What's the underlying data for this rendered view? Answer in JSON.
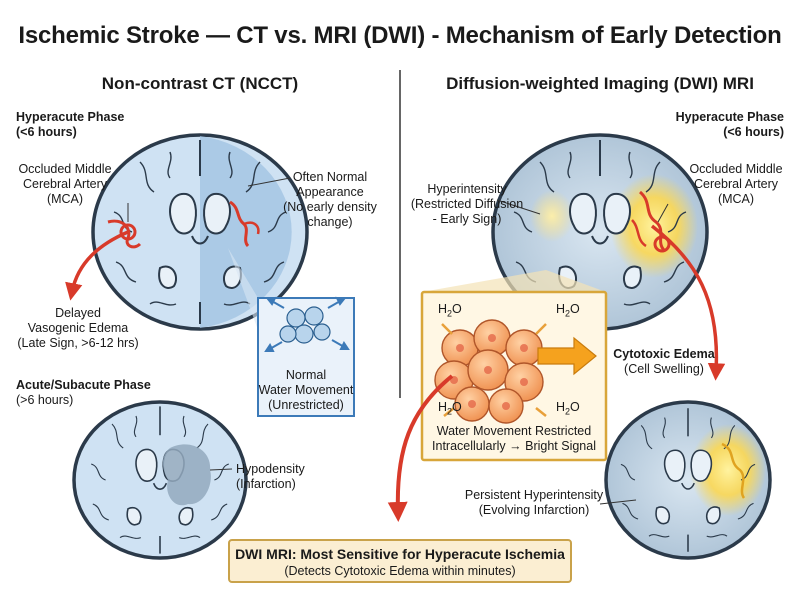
{
  "title": "Ischemic Stroke — CT vs. MRI (DWI) - Mechanism of Early Detection",
  "ct": {
    "heading": "Non-contrast CT (NCCT)",
    "hyper_phase_l1": "Hyperacute Phase",
    "hyper_phase_l2": "(<6 hours)",
    "mca_l1": "Occluded Middle",
    "mca_l2": "Cerebral Artery",
    "mca_l3": "(MCA)",
    "normal_l1": "Often Normal",
    "normal_l2": "Appearance",
    "normal_l3": "(No early density",
    "normal_l4": "change)",
    "edema_l1": "Delayed",
    "edema_l2": "Vasogenic Edema",
    "edema_l3": "(Late Sign, >6-12 hrs)",
    "acute_l1": "Acute/Subacute Phase",
    "acute_l2": "(>6 hours)",
    "water_l1": "Normal",
    "water_l2": "Water Movement",
    "water_l3": "(Unrestricted)",
    "hypo_l1": "Hypodensity",
    "hypo_l2": "(Infarction)"
  },
  "mri": {
    "heading": "Diffusion-weighted Imaging (DWI) MRI",
    "hyper_phase_l1": "Hyperacute Phase",
    "hyper_phase_l2": "(<6 hours)",
    "hyperint_l1": "Hyperintensity",
    "hyperint_l2": "(Restricted Diffusion",
    "hyperint_l3": "- Early Sign)",
    "mca_l1": "Occluded Middle",
    "mca_l2": "Cerebral Artery",
    "mca_l3": "(MCA)",
    "h2o": "H",
    "h2o_sub": "2",
    "h2o_end": "O",
    "restricted_l1": "Water Movement Restricted",
    "restricted_l2": "Intracellularly → Bright Signal",
    "cyto_l1": "Cytotoxic Edema",
    "cyto_l2": "(Cell Swelling)",
    "persist_l1": "Persistent Hyperintensity",
    "persist_l2": "(Evolving Infarction)"
  },
  "bottom": {
    "title": "DWI MRI: Most Sensitive for Hyperacute Ischemia",
    "subtitle": "(Detects Cytotoxic Edema within minutes)"
  },
  "colors": {
    "brain_fill": "#cfe2f3",
    "brain_outline": "#2b3a4a",
    "infarct_ct": "#9fbfdc",
    "hypodensity": "#93a9bd",
    "artery_red": "#d83a2a",
    "dwi_glow": "#ffe07a",
    "cell_fill": "#f7a86a",
    "box_border": "#c9a24a",
    "box_fill": "#fbeed2"
  }
}
